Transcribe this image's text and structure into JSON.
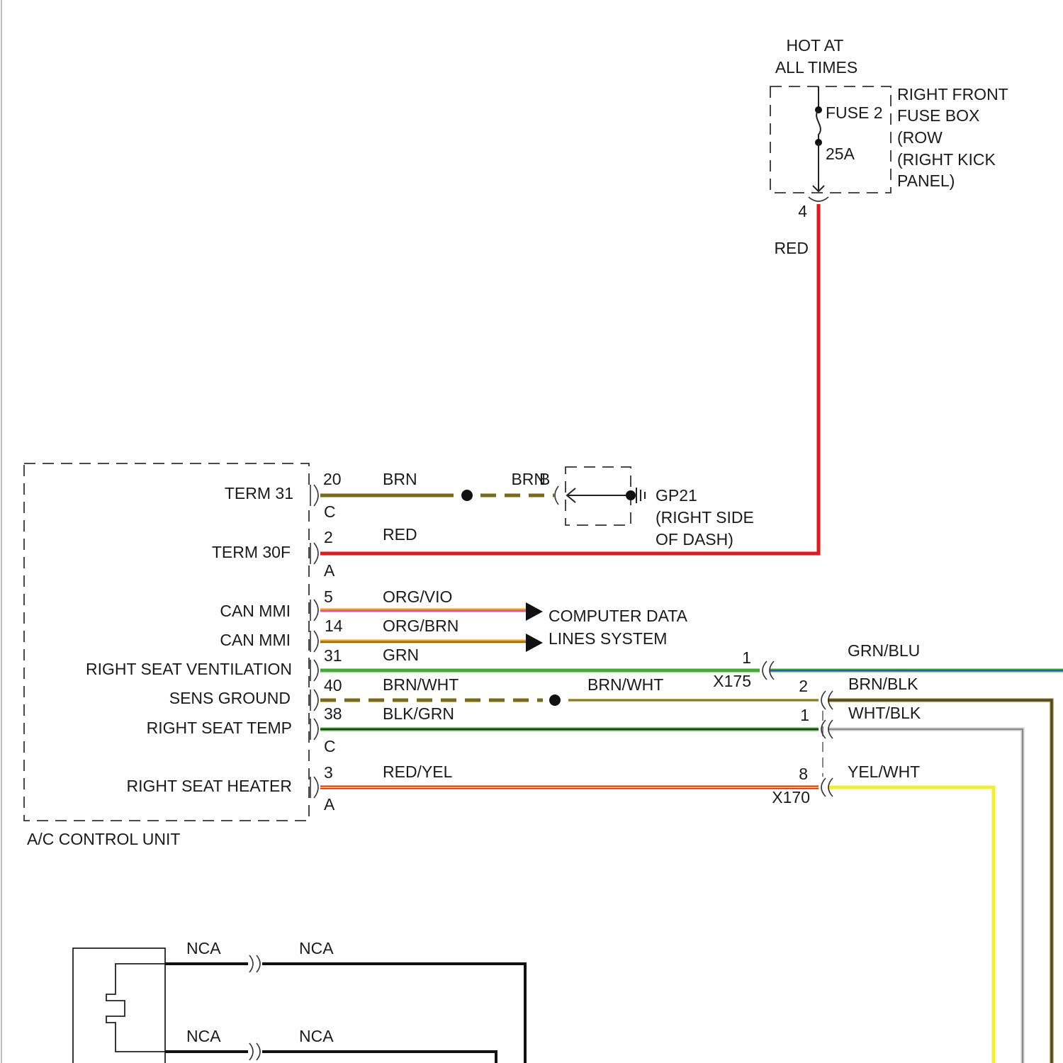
{
  "fuse_box": {
    "hot_line1": "HOT AT",
    "hot_line2": "ALL TIMES",
    "name_lines": [
      "RIGHT FRONT",
      "FUSE BOX",
      "(ROW",
      "(RIGHT KICK",
      "PANEL)"
    ],
    "fuse_label": "FUSE 2",
    "fuse_rating": "25A",
    "pin": "4",
    "wire_color": "RED"
  },
  "ground": {
    "wire_color": "BRN",
    "pin": "B",
    "name": "GP21",
    "location_line1": "(RIGHT SIDE",
    "location_line2": "OF DASH)"
  },
  "control_unit": {
    "title": "A/C CONTROL UNIT",
    "pins": [
      {
        "label": "TERM 31",
        "pin": "20",
        "connector": "C",
        "wire": "BRN"
      },
      {
        "label": "TERM 30F",
        "pin": "2",
        "connector": "A",
        "wire": "RED"
      },
      {
        "label": "CAN MMI",
        "pin": "5",
        "wire": "ORG/VIO"
      },
      {
        "label": "CAN MMI",
        "pin": "14",
        "wire": "ORG/BRN"
      },
      {
        "label": "RIGHT SEAT VENTILATION",
        "pin": "31",
        "wire": "GRN"
      },
      {
        "label": "SENS GROUND",
        "pin": "40",
        "wire": "BRN/WHT"
      },
      {
        "label": "RIGHT SEAT TEMP",
        "pin": "38",
        "connector": "C",
        "wire": "BLK/GRN"
      },
      {
        "label": "RIGHT SEAT HEATER",
        "pin": "3",
        "connector": "A",
        "wire": "RED/YEL"
      }
    ]
  },
  "data_lines": {
    "line1": "COMPUTER DATA",
    "line2": "LINES SYSTEM"
  },
  "splice_wire": "BRN/WHT",
  "x175": {
    "name": "X175",
    "pin": "1",
    "out_wire": "GRN/BLU"
  },
  "x170": {
    "name": "X170",
    "pins": [
      {
        "pin": "2",
        "out_wire": "BRN/BLK"
      },
      {
        "pin": "1",
        "out_wire": "WHT/BLK"
      },
      {
        "pin": "8",
        "out_wire": "YEL/WHT"
      }
    ]
  },
  "lower_component": {
    "wires": [
      {
        "left": "NCA",
        "right": "NCA"
      },
      {
        "left": "NCA",
        "right": "NCA"
      }
    ]
  },
  "colors": {
    "red": "#e31a1c",
    "brown": "#7a6a12",
    "green": "#3dae2b",
    "blue": "#1f5fbf",
    "orange": "#f39c12",
    "violet": "#e040e0",
    "yellow": "#f0f030",
    "gray": "#c8c8c8",
    "black": "#111111"
  }
}
